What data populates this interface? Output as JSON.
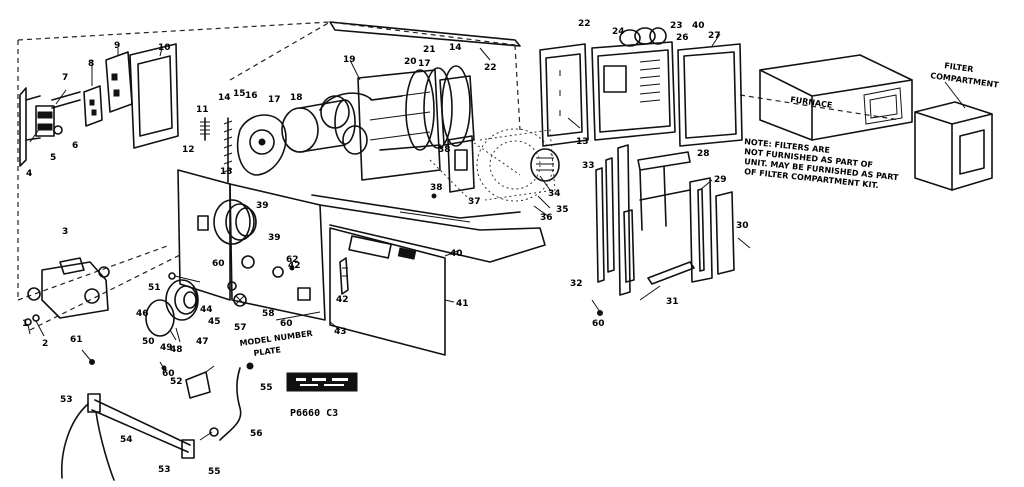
{
  "diagram": {
    "drawing_number": "P6660 C3",
    "model_plate_label_1": "MODEL NUMBER",
    "model_plate_label_2": "PLATE",
    "furnace_label": "FURNACE",
    "filter_label_1": "FILTER",
    "filter_label_2": "COMPARTMENT",
    "note_lines": [
      "NOTE: FILTERS ARE",
      "NOT FURNISHED AS PART OF",
      "UNIT. MAY BE FURNISHED AS PART",
      "OF FILTER COMPARTMENT KIT."
    ],
    "callouts": {
      "c1": "1",
      "c2": "2",
      "c3": "3",
      "c4": "4",
      "c5": "5",
      "c6": "6",
      "c7": "7",
      "c8": "8",
      "c9": "9",
      "c10": "10",
      "c11": "11",
      "c12": "12",
      "c13": "13",
      "c13b": "13",
      "c14": "14",
      "c14b": "14",
      "c15": "15",
      "c16": "16",
      "c17": "17",
      "c17b": "17",
      "c18": "18",
      "c19": "19",
      "c20": "20",
      "c21": "21",
      "c22": "22",
      "c22b": "22",
      "c23": "23",
      "c24": "24",
      "c26": "26",
      "c27": "27",
      "c28": "28",
      "c29": "29",
      "c30": "30",
      "c31": "31",
      "c32": "32",
      "c33": "33",
      "c34": "34",
      "c35": "35",
      "c36": "36",
      "c37": "37",
      "c38": "38",
      "c38b": "38",
      "c39": "39",
      "c39b": "39",
      "c40": "40",
      "c40b": "40",
      "c41": "41",
      "c42": "42",
      "c42b": "42",
      "c43": "43",
      "c44": "44",
      "c45": "45",
      "c46": "46",
      "c47": "47",
      "c48": "48",
      "c49": "49",
      "c50": "50",
      "c51": "51",
      "c52": "52",
      "c53": "53",
      "c53b": "53",
      "c54": "54",
      "c55": "55",
      "c55b": "55",
      "c56": "56",
      "c57": "57",
      "c58": "58",
      "c60": "60",
      "c60b": "60",
      "c60c": "60",
      "c60d": "60",
      "c61": "61",
      "c62": "62"
    }
  }
}
